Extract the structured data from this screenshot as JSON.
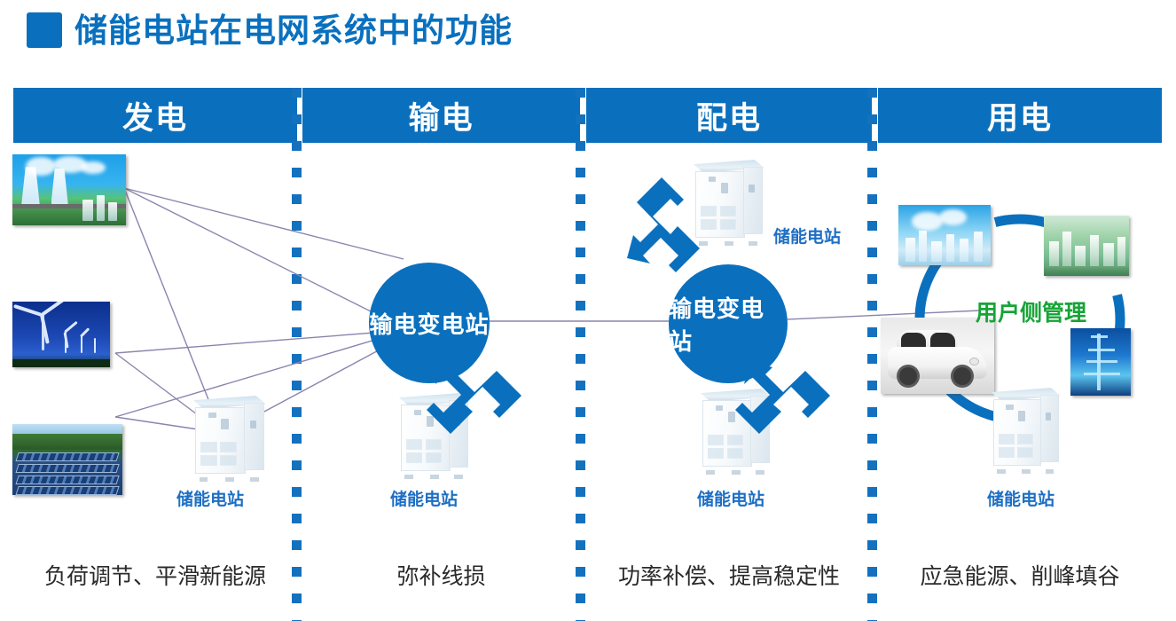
{
  "title": {
    "text": "储能电站在电网系统中的功能",
    "marker_color": "#0a70be",
    "text_color": "#0a70be"
  },
  "theme": {
    "header_blue": "#0a70be",
    "divider_blue": "#1471be",
    "arrow_blue": "#0a70be",
    "ring_blue": "#0a70be",
    "label_blue": "#1d6fc4",
    "label_green": "#16a436",
    "connector_line": "#8b84ad"
  },
  "columns": [
    {
      "id": "generation",
      "header": "发电",
      "footer": "负荷调节、平滑新能源",
      "storage_label": "储能电站",
      "photos": [
        {
          "name": "thermal-power-plant-photo",
          "alt": "thermal power plant"
        },
        {
          "name": "wind-farm-photo",
          "alt": "wind turbines"
        },
        {
          "name": "solar-farm-photo",
          "alt": "solar panel array"
        }
      ]
    },
    {
      "id": "transmission",
      "header": "输电",
      "footer": "弥补线损",
      "storage_label": "储能电站",
      "hub_label": "输电变电站"
    },
    {
      "id": "distribution",
      "header": "配电",
      "footer": "功率补偿、提高稳定性",
      "storage_label_top": "储能电站",
      "storage_label_bottom": "储能电站",
      "hub_label": "输电变电站"
    },
    {
      "id": "consumption",
      "header": "用电",
      "footer": "应急能源、削峰填谷",
      "storage_label": "储能电站",
      "ring_label": "用户侧管理",
      "photos": [
        {
          "name": "industrial-plant-photo",
          "alt": "industrial plant"
        },
        {
          "name": "green-city-photo",
          "alt": "green city buildings"
        },
        {
          "name": "electric-car-photo",
          "alt": "white electric car"
        },
        {
          "name": "power-tower-photo",
          "alt": "transmission tower"
        }
      ]
    }
  ]
}
